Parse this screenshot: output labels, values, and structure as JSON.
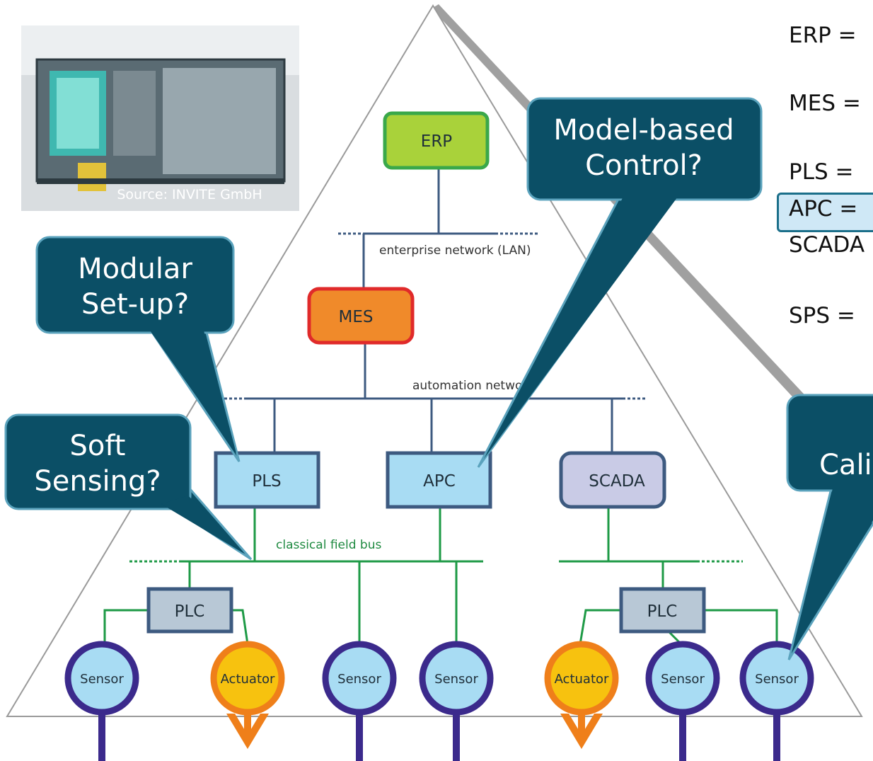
{
  "photo": {
    "caption": "Source: INVITE GmbH"
  },
  "network": {
    "enterprise_label": "enterprise network (LAN)",
    "automation_label": "automation network",
    "fieldbus_label": "classical field bus"
  },
  "nodes": {
    "erp": "ERP",
    "mes": "MES",
    "pls": "PLS",
    "apc": "APC",
    "scada": "SCADA",
    "plc_left": "PLC",
    "plc_right": "PLC"
  },
  "devices": [
    {
      "label": "Sensor",
      "kind": "sensor"
    },
    {
      "label": "Actuator",
      "kind": "actuator"
    },
    {
      "label": "Sensor",
      "kind": "sensor"
    },
    {
      "label": "Sensor",
      "kind": "sensor"
    },
    {
      "label": "Actuator",
      "kind": "actuator"
    },
    {
      "label": "Sensor",
      "kind": "sensor"
    },
    {
      "label": "Sensor",
      "kind": "sensor"
    }
  ],
  "callouts": {
    "model_based": [
      "Model-based",
      "Control?"
    ],
    "modular": [
      "Modular",
      "Set-up?"
    ],
    "soft_sensing": [
      "Soft",
      "Sensing?"
    ],
    "calibration_partial": "Cali"
  },
  "legend": [
    "ERP =",
    "MES =",
    "PLS =",
    "APC =",
    "SCADA",
    "SPS ="
  ],
  "colors": {
    "callout_fill": "#0b4f66",
    "erp_fill": "#a9d23a",
    "erp_border": "#3aa84a",
    "mes_fill": "#f08a2a",
    "mes_border": "#e02a2a",
    "box_fill": "#a8dcf3",
    "box_border": "#3d5a80",
    "scada_fill": "#c9cbe6",
    "plc_fill": "#b8c8d6",
    "sensor_ring": "#3b2a8c",
    "actuator_fill": "#f7c20f",
    "actuator_ring": "#ef7f1a",
    "network_line": "#3d5a80",
    "fieldbus_line": "#1e9a46"
  }
}
